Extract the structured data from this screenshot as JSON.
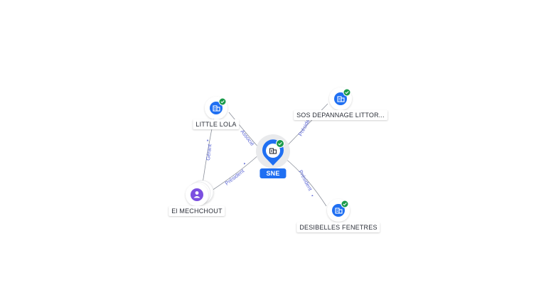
{
  "colors": {
    "company": "#1f6ff2",
    "person": "#7b4fe0",
    "verified": "#1a9a4a",
    "edge": "#8a8f9a",
    "edge_label": "#5b66d6"
  },
  "nodes": {
    "center": {
      "label": "SNE",
      "icon": "building-icon",
      "verified": true
    },
    "little_lola": {
      "label": "LITTLE LOLA",
      "icon": "building-icon",
      "verified": true
    },
    "sos_depannage": {
      "label": "SOS DEPANNAGE LITTOR...",
      "icon": "building-icon",
      "verified": true
    },
    "desibelles": {
      "label": "DESIBELLES FENETRES",
      "icon": "building-icon",
      "verified": true
    },
    "el_mechchout": {
      "label": "El MECHCHOUT",
      "icon": "person-icon",
      "verified": false
    }
  },
  "edges": {
    "center_little_lola": "Associé",
    "center_sos": "Président",
    "center_desibelles": "Président",
    "center_el_mechchout": "Président",
    "little_lola_el_mechchout": "Gérant"
  }
}
